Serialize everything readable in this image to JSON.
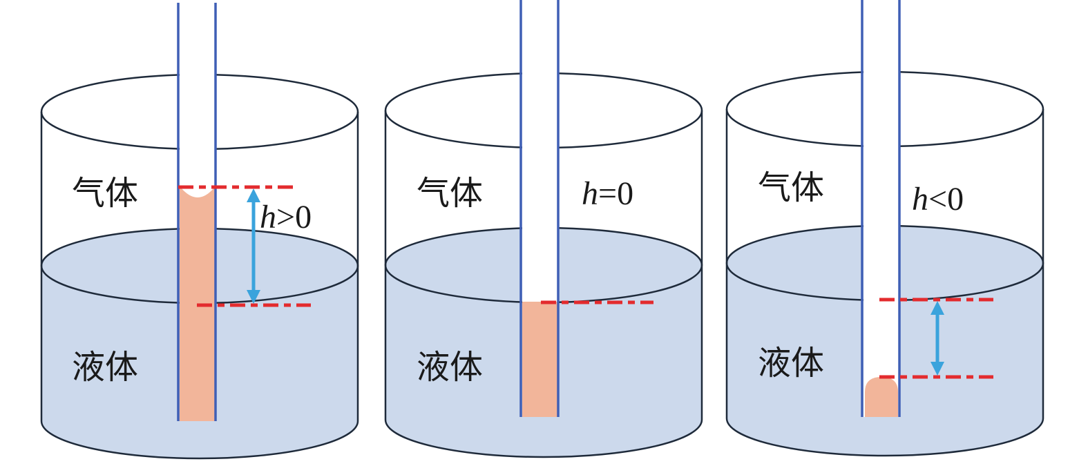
{
  "colors": {
    "liquid": "#ccd9ec",
    "column": "#f2b59a",
    "tube_wall": "#3f5fb5",
    "outline": "#1e2a3a",
    "reference_line": "#e32b2e",
    "arrow": "#3aa3dc"
  },
  "panels": [
    {
      "gas_label": "气体",
      "liquid_label": "液体",
      "h_symbol": "h",
      "h_relation": ">0",
      "case": "capillary-rise"
    },
    {
      "gas_label": "气体",
      "liquid_label": "液体",
      "h_symbol": "h",
      "h_relation": "=0",
      "case": "no-capillary-action"
    },
    {
      "gas_label": "气体",
      "liquid_label": "液体",
      "h_symbol": "h",
      "h_relation": "<0",
      "case": "capillary-depression"
    }
  ]
}
